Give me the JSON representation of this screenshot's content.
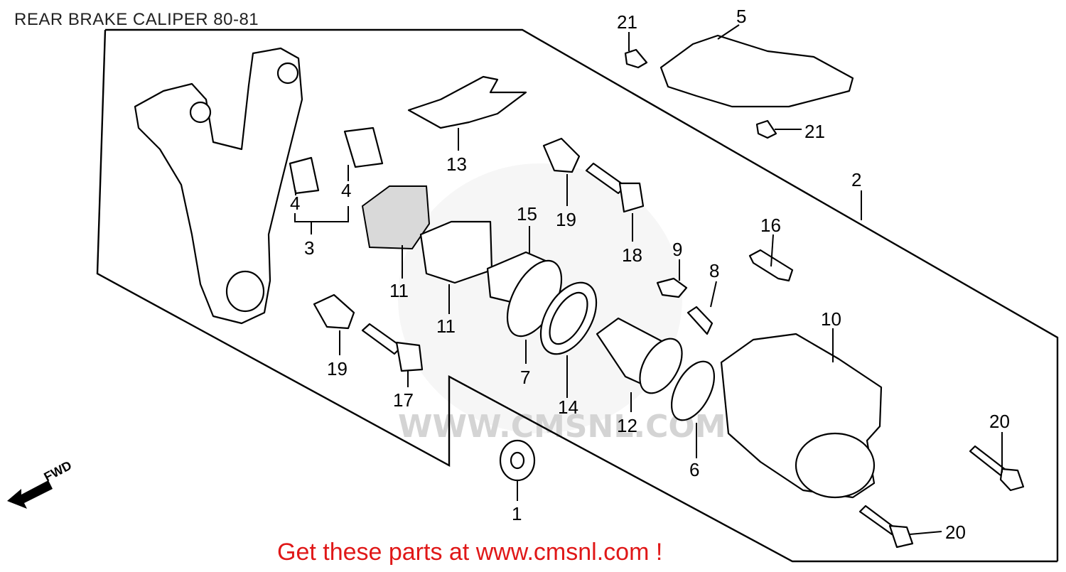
{
  "title": "REAR BRAKE CALIPER 80-81",
  "footer": "Get these parts at www.cmsnl.com !",
  "watermark_text": "WWW.CMSNL.COM",
  "direction_label": "FWD",
  "callouts": [
    "1",
    "2",
    "3",
    "4",
    "4",
    "5",
    "6",
    "7",
    "8",
    "9",
    "10",
    "11",
    "11",
    "12",
    "13",
    "14",
    "15",
    "16",
    "17",
    "18",
    "19",
    "19",
    "20",
    "20",
    "21",
    "21"
  ],
  "colors": {
    "footer": "#e01818",
    "line": "#000000",
    "watermark": "#d4d4d4"
  }
}
